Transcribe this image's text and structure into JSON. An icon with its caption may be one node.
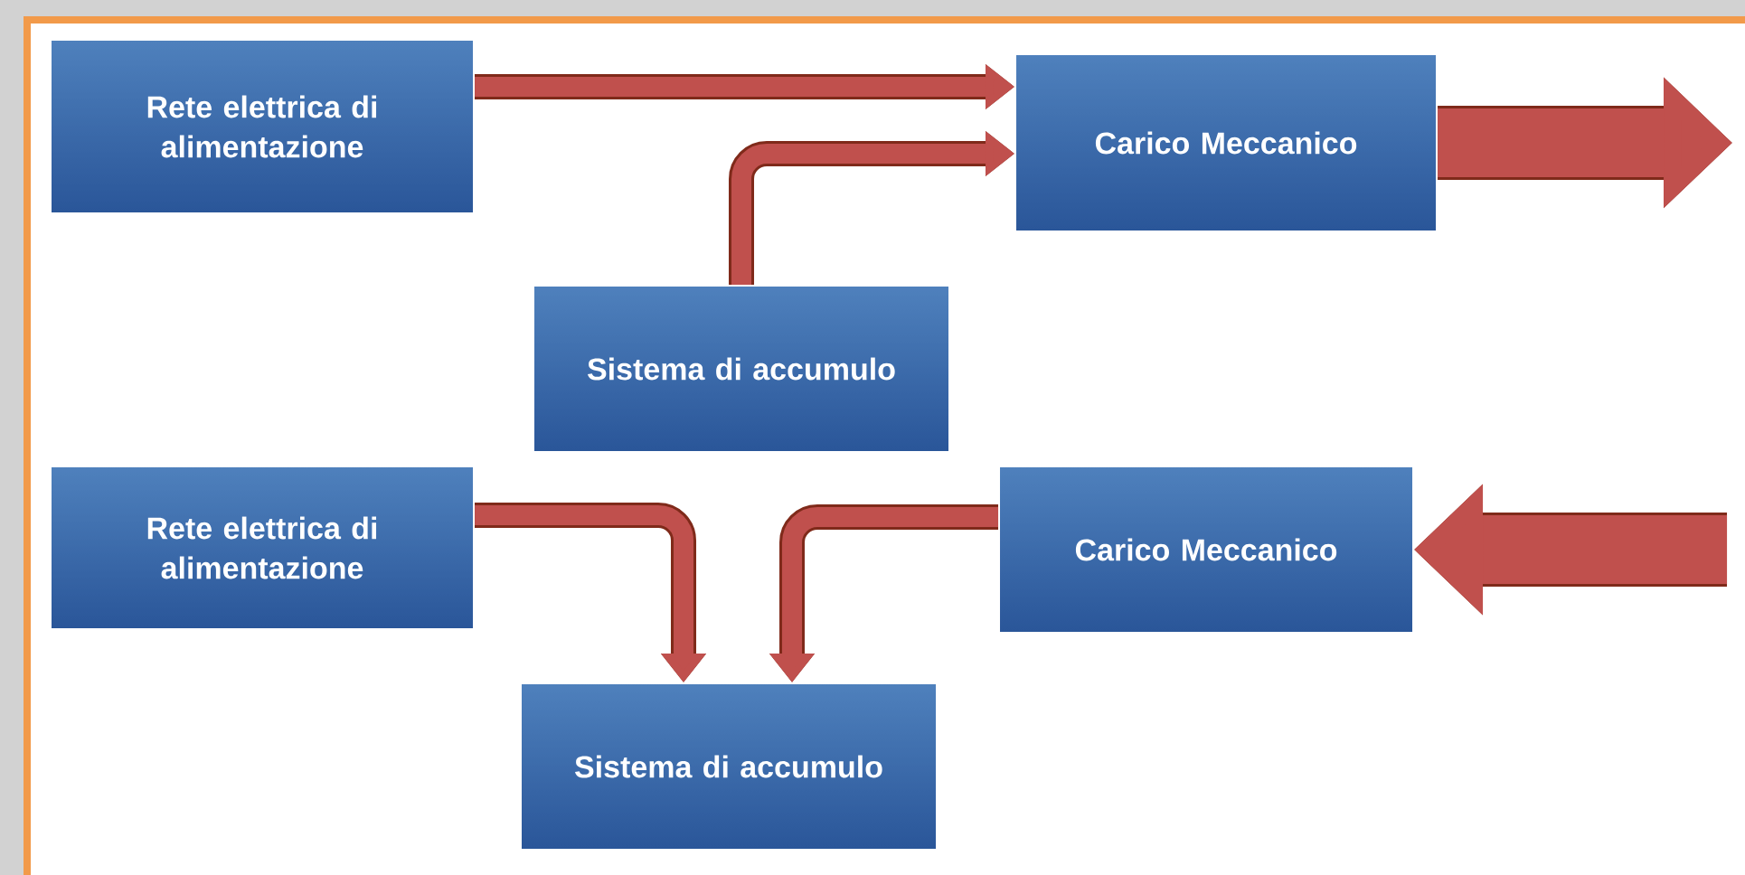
{
  "diagram": {
    "nodes": [
      {
        "text": [
          "Rete elettrica di alimentazione"
        ]
      },
      {
        "text": [
          "Carico Meccanico"
        ]
      },
      {
        "text": [
          "Sistema di accumulo"
        ]
      },
      {
        "text": [
          "Rete elettrica di alimentazione"
        ]
      },
      {
        "text": [
          "Carico Meccanico"
        ]
      },
      {
        "text": [
          "Sistema di accumulo"
        ]
      }
    ],
    "edges": [
      {
        "from": 0,
        "to": 1,
        "arrow": "to"
      },
      {
        "from": 2,
        "to": 1,
        "arrow": "to"
      },
      {
        "from": 1,
        "to": null,
        "arrow": "to",
        "style": "thick"
      },
      {
        "from": 3,
        "to": 5,
        "arrow": "to"
      },
      {
        "from": 4,
        "to": 5,
        "arrow": "to"
      },
      {
        "from": null,
        "to": 4,
        "arrow": "to",
        "style": "thick"
      }
    ]
  }
}
